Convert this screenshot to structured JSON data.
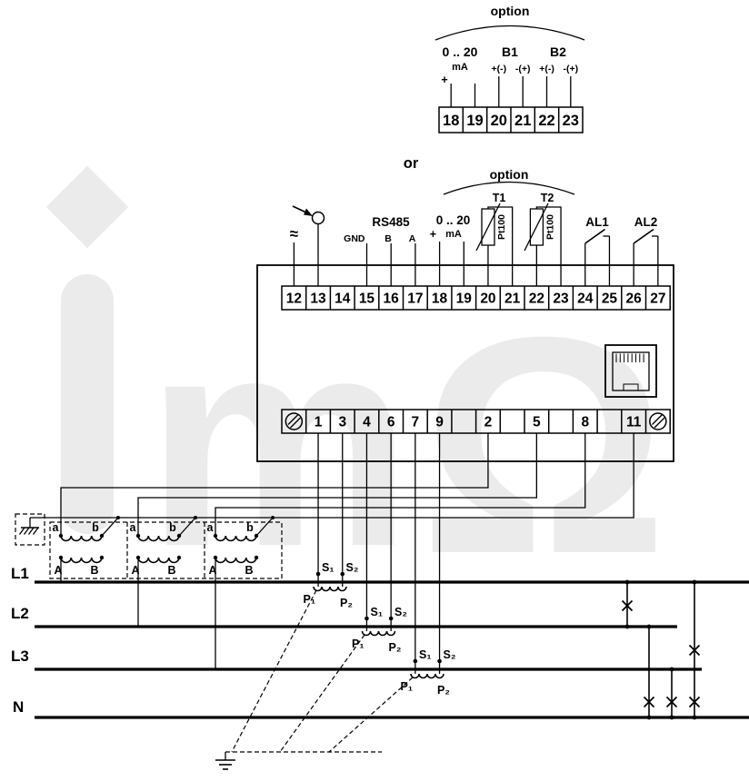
{
  "colors": {
    "ink": "#000000",
    "background": "#ffffff",
    "watermark": "#ebebeb"
  },
  "watermark": {
    "letter_m": "m",
    "letter_omega": "Ω"
  },
  "top_option_block": {
    "arc_label": "option",
    "range_label": "0 .. 20",
    "unit_label": "mA",
    "plus_label": "+",
    "b1_label": "B1",
    "b2_label": "B2",
    "b1_polarity": [
      "+(-)",
      "-(+)"
    ],
    "b2_polarity": [
      "+(-)",
      "-(+)"
    ],
    "terminals": [
      "18",
      "19",
      "20",
      "21",
      "22",
      "23"
    ]
  },
  "or_label": "or",
  "device": {
    "ac_symbol": "≈",
    "rs485": {
      "label": "RS485",
      "pins": [
        "GND",
        "B",
        "A"
      ]
    },
    "analog_output": {
      "range_label": "0 .. 20",
      "plus_label": "+",
      "unit_label": "mA"
    },
    "option_arc_label": "option",
    "temp_inputs": [
      {
        "label": "T1",
        "sensor": "Pt100"
      },
      {
        "label": "T2",
        "sensor": "Pt100"
      }
    ],
    "alarms": [
      "AL1",
      "AL2"
    ],
    "top_terminals": [
      "12",
      "13",
      "14",
      "15",
      "16",
      "17",
      "18",
      "19",
      "20",
      "21",
      "22",
      "23",
      "24",
      "25",
      "26",
      "27"
    ],
    "bottom_terminals": [
      "1",
      "3",
      "4",
      "6",
      "7",
      "9",
      "2",
      "5",
      "8",
      "11"
    ]
  },
  "current_transformers": {
    "s1": "S₁",
    "s2": "S₂",
    "p1": "P₁",
    "p2": "P₂"
  },
  "voltage_transformers": {
    "primary_a": "a",
    "primary_b": "b",
    "secondary_a": "A",
    "secondary_b": "B"
  },
  "power_lines": [
    "L1",
    "L2",
    "L3",
    "N"
  ]
}
